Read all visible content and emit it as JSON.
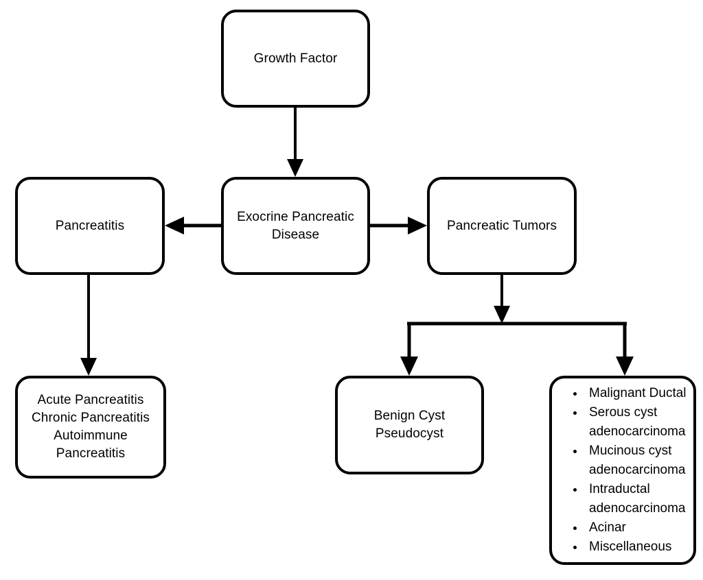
{
  "diagram": {
    "title": "Exocrine Pancreatic Disease classification flowchart",
    "colors": {
      "background": "#ffffff",
      "stroke": "#000000",
      "text": "#000000"
    },
    "nodes": {
      "growth_factor": {
        "label": "Growth Factor"
      },
      "exocrine": {
        "label": "Exocrine Pancreatic\nDisease"
      },
      "pancreatitis": {
        "label": "Pancreatitis"
      },
      "tumors": {
        "label": "Pancreatic Tumors"
      },
      "pancreatitis_types": {
        "label": "Acute Pancreatitis\nChronic Pancreatitis\nAutoimmune\nPancreatitis"
      },
      "benign": {
        "label": "Benign Cyst\nPseudocyst"
      },
      "malignant": {
        "items": [
          "Malignant Ductal",
          "Serous cyst adenocarcinoma",
          "Mucinous cyst adenocarcinoma",
          "Intraductal adenocarcinoma",
          "Acinar",
          "Miscellaneous"
        ]
      }
    },
    "edges": [
      {
        "from": "growth_factor",
        "to": "exocrine",
        "direction": "down"
      },
      {
        "from": "exocrine",
        "to": "pancreatitis",
        "direction": "left"
      },
      {
        "from": "exocrine",
        "to": "tumors",
        "direction": "right"
      },
      {
        "from": "pancreatitis",
        "to": "pancreatitis_types",
        "direction": "down"
      },
      {
        "from": "tumors",
        "to": "benign",
        "direction": "down-split-left"
      },
      {
        "from": "tumors",
        "to": "malignant",
        "direction": "down-split-right"
      }
    ]
  }
}
